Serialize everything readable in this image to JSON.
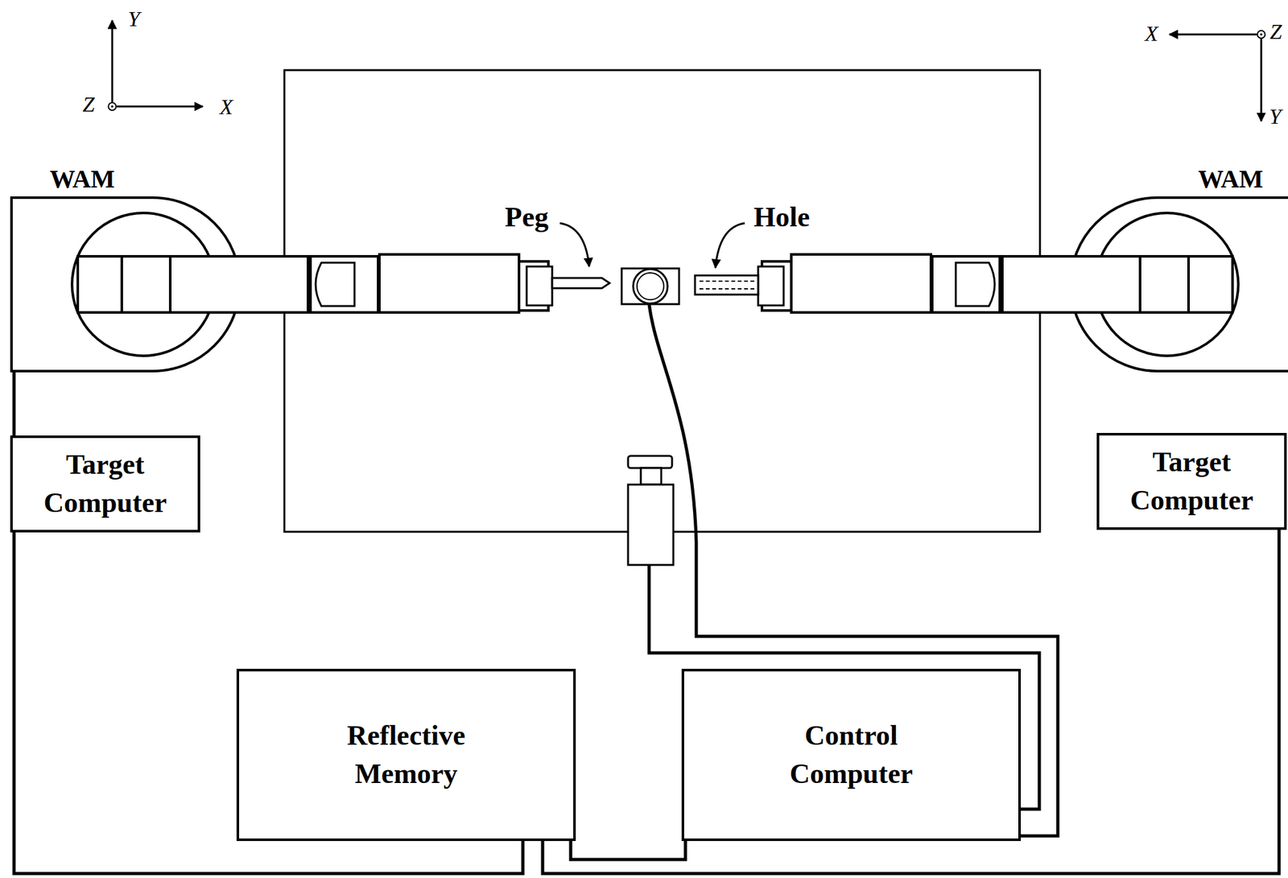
{
  "diagram": {
    "nodes": [
      {
        "text": [
          "Target Computer"
        ]
      },
      {
        "text": [
          "Target Computer"
        ]
      },
      {
        "text": [
          "Reflective Memory"
        ]
      },
      {
        "text": [
          "Control Computer"
        ]
      }
    ],
    "edges": [
      {
        "from": 0,
        "to": 2,
        "arrow": "none"
      },
      {
        "from": 2,
        "to": 3,
        "arrow": "none"
      },
      {
        "from": 2,
        "to": 1,
        "arrow": "none"
      }
    ],
    "labels": [
      "Y",
      "Z",
      "X",
      "X",
      "Z",
      "Y",
      "WAM",
      "WAM",
      "Peg",
      "Hole"
    ]
  }
}
